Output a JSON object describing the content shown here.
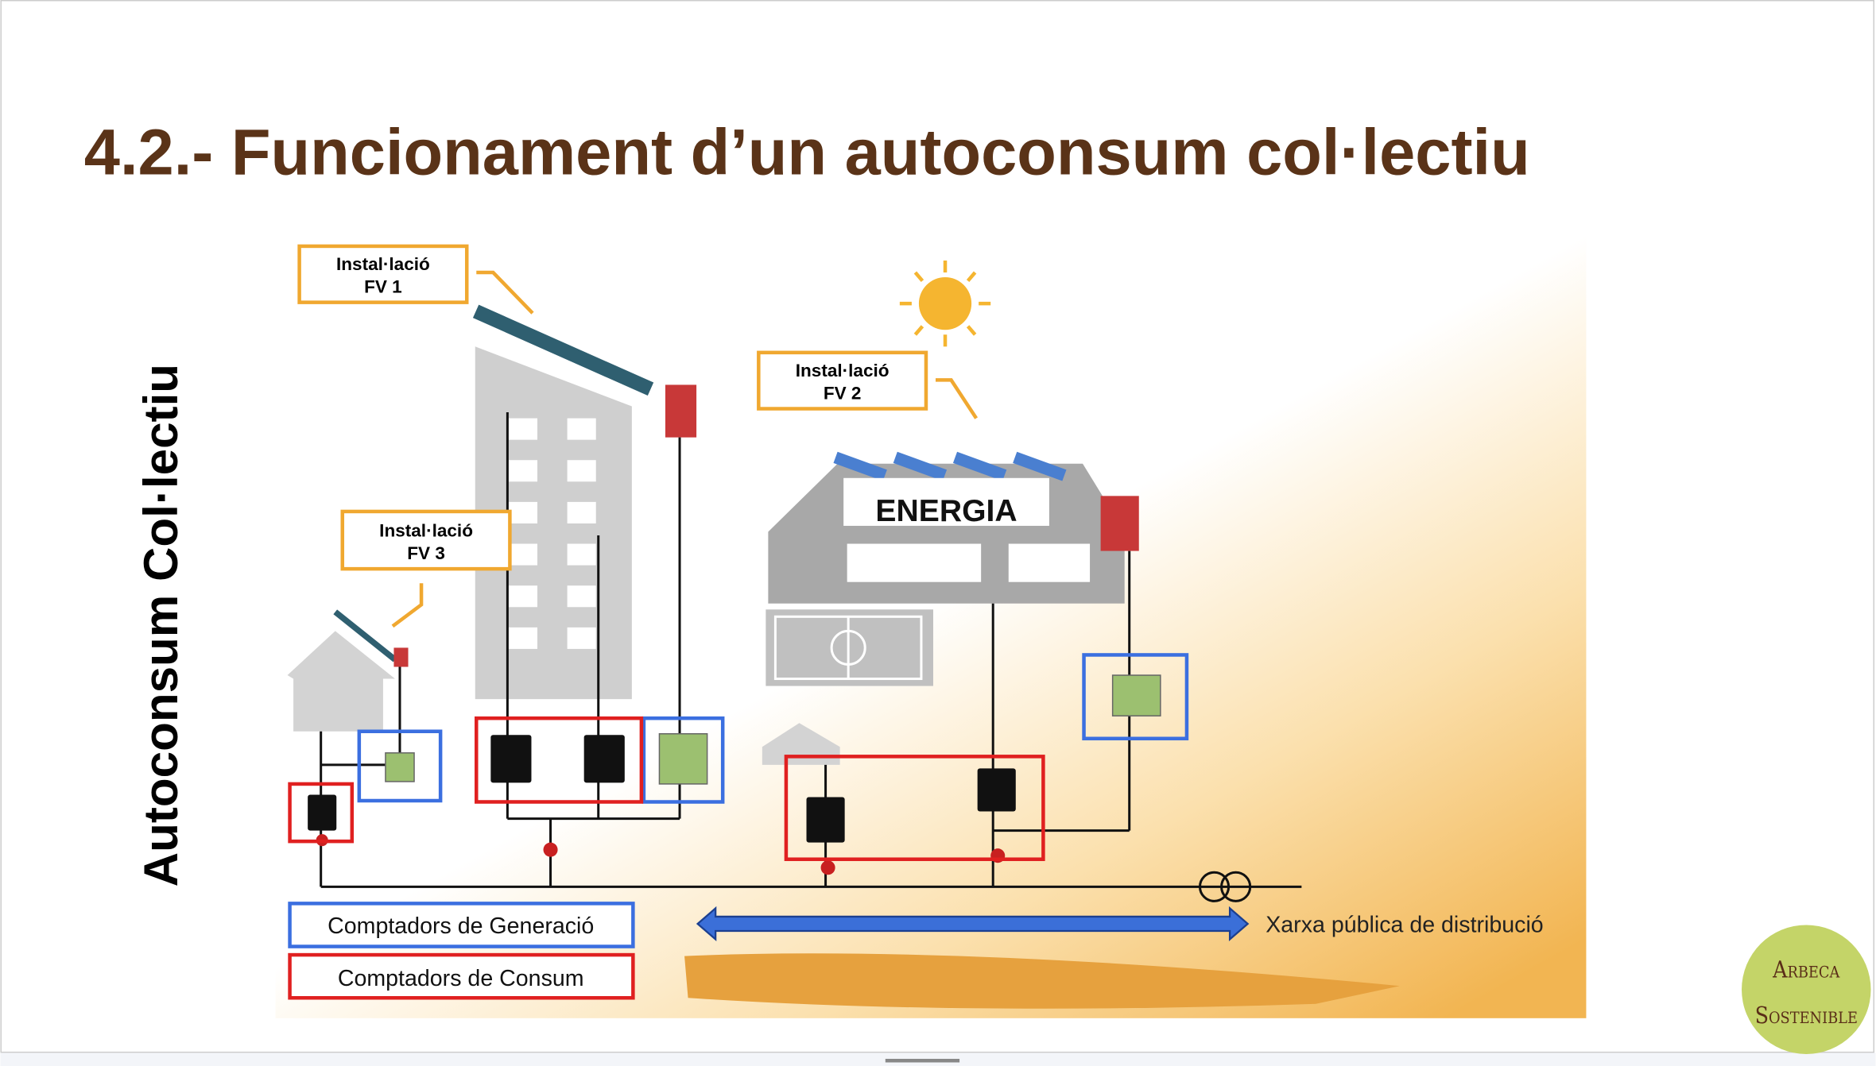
{
  "slide": {
    "title": "4.2.- Funcionament d’un autoconsum col·lectiu",
    "vertical_title": "Autoconsum Col·lectiu",
    "title_color": "#5a3318"
  },
  "diagram": {
    "fv1": {
      "line1": "Instal·lació",
      "line2": "FV 1"
    },
    "fv2": {
      "line1": "Instal·lació",
      "line2": "FV 2"
    },
    "fv3": {
      "line1": "Instal·lació",
      "line2": "FV 3"
    },
    "factory_sign": "ENERGIA",
    "grid_label": "Xarxa pública de distribució",
    "legend": {
      "generation": "Comptadors de Generació",
      "consumption": "Comptadors de Consum"
    },
    "colors": {
      "generation": "#3b6fe0",
      "consumption": "#e02020",
      "label_border": "#f0a830",
      "gradient": "#f2b850"
    }
  },
  "logo": {
    "line1": "Arbeca",
    "line2": "Sostenible",
    "color": "#c4d468"
  }
}
